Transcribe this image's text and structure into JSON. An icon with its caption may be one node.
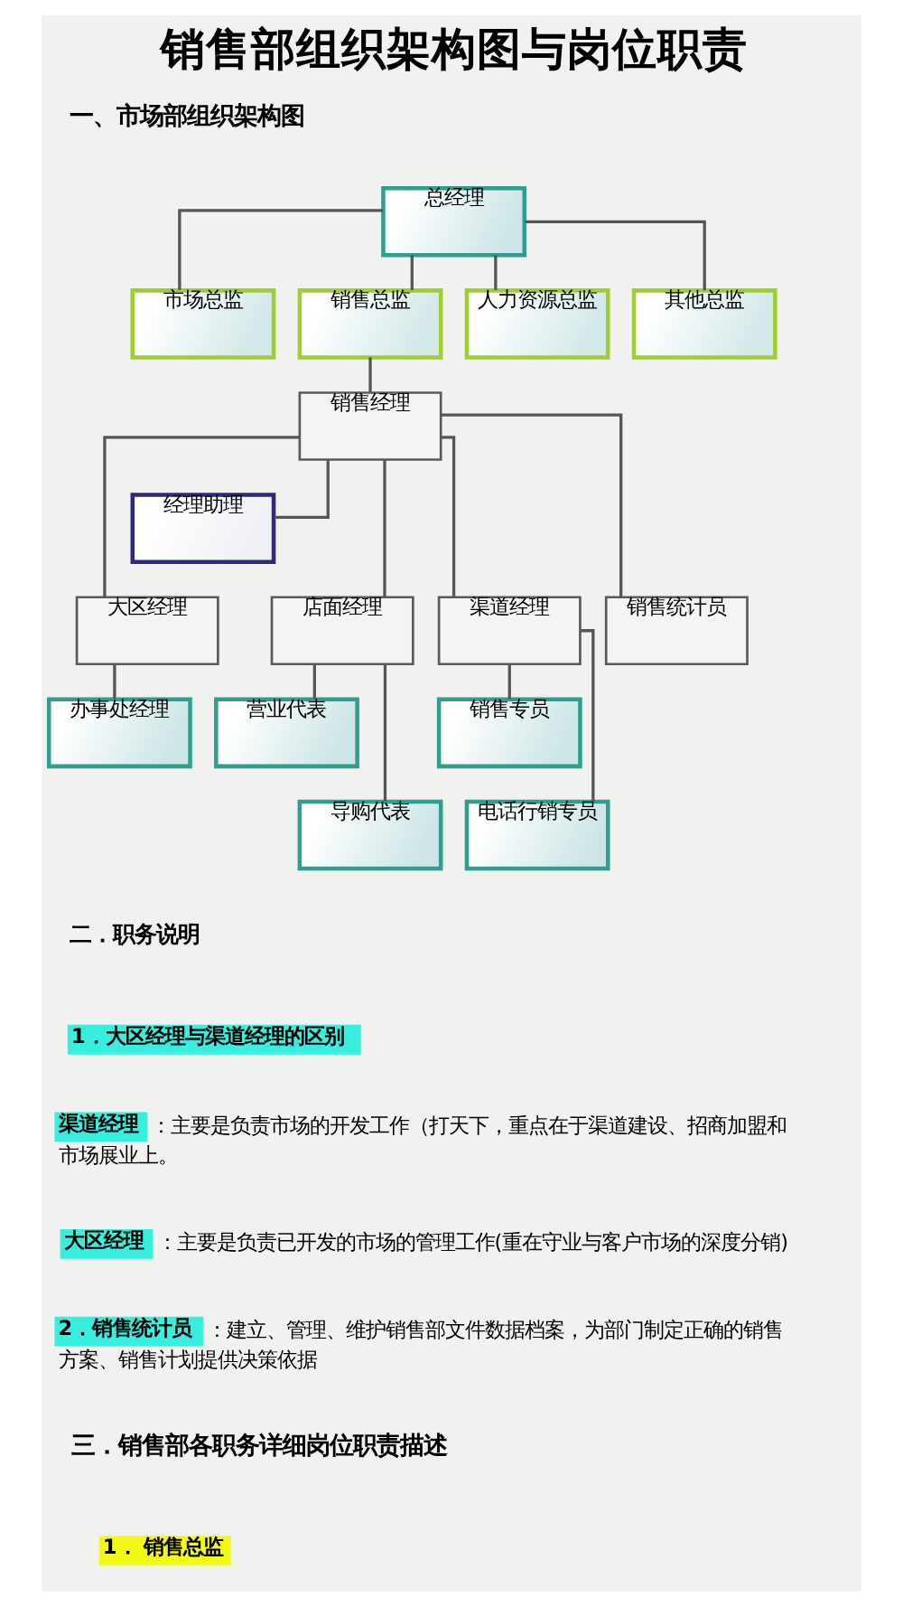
{
  "diagram": {
    "title": "销售部组织架构图与岗位职责",
    "nodes": [
      {
        "text": [
          "总经理"
        ]
      },
      {
        "text": [
          "市场总监"
        ]
      },
      {
        "text": [
          "销售总监"
        ]
      },
      {
        "text": [
          "人力资源总监"
        ]
      },
      {
        "text": [
          "其他总监"
        ]
      },
      {
        "text": [
          "销售经理"
        ]
      },
      {
        "text": [
          "经理助理"
        ]
      },
      {
        "text": [
          "大区经理"
        ]
      },
      {
        "text": [
          "店面经理"
        ]
      },
      {
        "text": [
          "渠道经理"
        ]
      },
      {
        "text": [
          "销售统计员"
        ]
      },
      {
        "text": [
          "办事处经理"
        ]
      },
      {
        "text": [
          "营业代表"
        ]
      },
      {
        "text": [
          "销售专员"
        ]
      },
      {
        "text": [
          "导购代表"
        ]
      },
      {
        "text": [
          "电话行销专员"
        ]
      }
    ],
    "edges": [
      {
        "from": 0,
        "to": 1,
        "arrow": "none"
      },
      {
        "from": 0,
        "to": 2,
        "arrow": "none"
      },
      {
        "from": 0,
        "to": 3,
        "arrow": "none"
      },
      {
        "from": 0,
        "to": 4,
        "arrow": "none"
      },
      {
        "from": 2,
        "to": 5,
        "arrow": "none"
      },
      {
        "from": 5,
        "to": 6,
        "arrow": "none"
      },
      {
        "from": 5,
        "to": 7,
        "arrow": "none"
      },
      {
        "from": 5,
        "to": 8,
        "arrow": "none"
      },
      {
        "from": 5,
        "to": 9,
        "arrow": "none"
      },
      {
        "from": 5,
        "to": 10,
        "arrow": "none"
      },
      {
        "from": 7,
        "to": 11,
        "arrow": "none"
      },
      {
        "from": 8,
        "to": 12,
        "arrow": "none"
      },
      {
        "from": 8,
        "to": 14,
        "arrow": "none"
      },
      {
        "from": 9,
        "to": 13,
        "arrow": "none"
      },
      {
        "from": 9,
        "to": 15,
        "arrow": "none"
      }
    ],
    "labels": [
      "一、市场部组织架构图",
      "二．职务说明",
      "1．大区经理与渠道经理的区别",
      "**渠道经理**：主要是负责市场的开发工作（打天下，重点在于渠道建设、招商加盟和市场展业上。",
      "**大区经理**：主要是负责已开发的市场的管理工作(重在守业与客户市场的深度分销)",
      "**2．销售统计员**：建立、管理、维护销售部文件数据档案，为部门制定正确的销售方案、销售计划提供决策依据",
      "三．销售部各职务详细岗位职责描述",
      "1． 销售总监"
    ]
  }
}
